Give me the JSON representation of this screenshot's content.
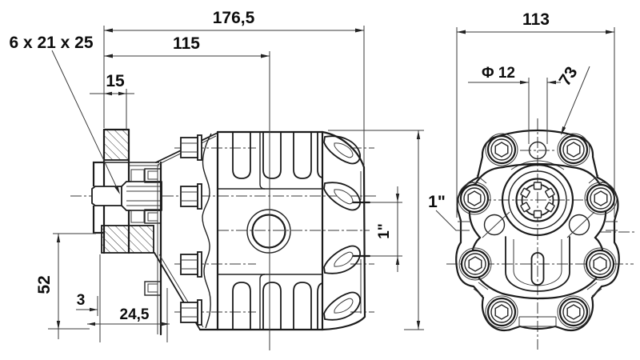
{
  "side_view": {
    "total_length": "176,5",
    "flange_to_port_center": "115",
    "flange_thickness": "15",
    "spline": "6 x 21 x 25",
    "height_to_foot": "52",
    "spigot_depth": "3",
    "flange_to_body": "24,5",
    "side_port": "1\""
  },
  "front_view": {
    "width": "113",
    "top_hole_diameter": "Φ 12",
    "bolt_circle": "73",
    "side_port": "1\""
  }
}
